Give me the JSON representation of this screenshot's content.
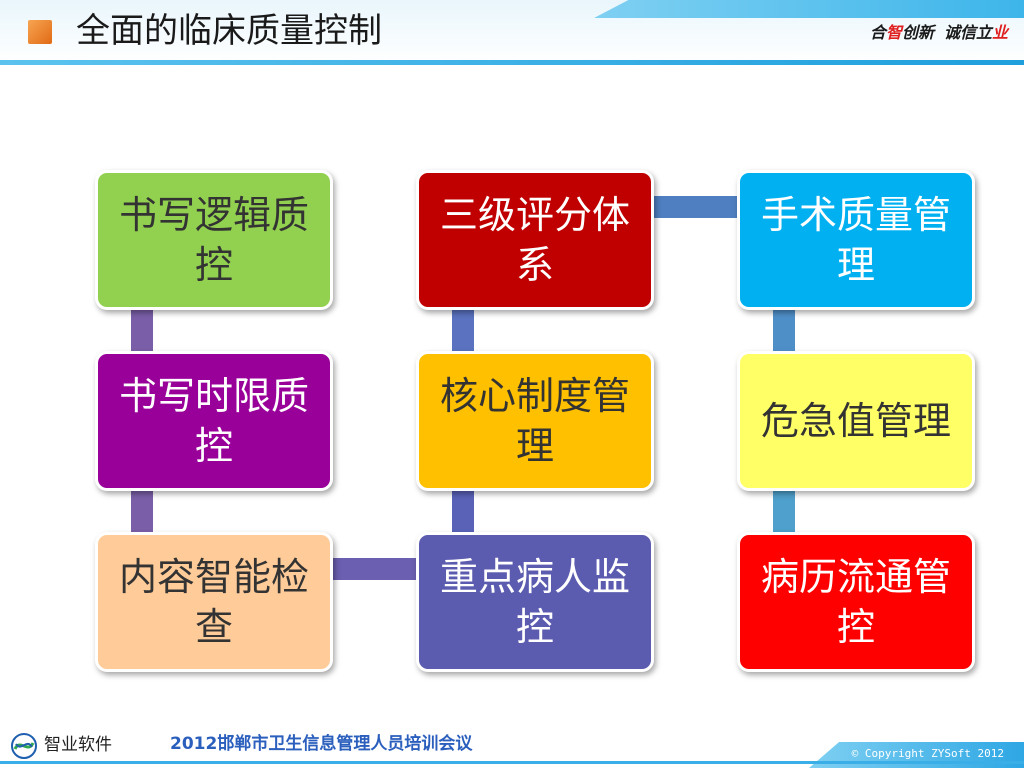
{
  "header": {
    "title": "全面的临床质量控制",
    "slogan": {
      "part1": "合",
      "part2": "智",
      "part3": "创新",
      "part4": "诚信立",
      "part5": "业"
    }
  },
  "diagram": {
    "nodes": [
      {
        "id": "n1",
        "label": "书写逻辑质控",
        "color": "#92d050",
        "text_color": "#333333"
      },
      {
        "id": "n2",
        "label": "三级评分体系",
        "color": "#c00000",
        "text_color": "#ffffff"
      },
      {
        "id": "n3",
        "label": "手术质量管理",
        "color": "#00b0f0",
        "text_color": "#ffffff"
      },
      {
        "id": "n4",
        "label": "书写时限质控",
        "color": "#990099",
        "text_color": "#ffffff"
      },
      {
        "id": "n5",
        "label": "核心制度管理",
        "color": "#ffc000",
        "text_color": "#333333"
      },
      {
        "id": "n6",
        "label": "危急值管理",
        "color": "#ffff66",
        "text_color": "#333333"
      },
      {
        "id": "n7",
        "label": "内容智能检查",
        "color": "#ffcc99",
        "text_color": "#333333"
      },
      {
        "id": "n8",
        "label": "重点病人监控",
        "color": "#5b5bb0",
        "text_color": "#ffffff"
      },
      {
        "id": "n9",
        "label": "病历流通管控",
        "color": "#ff0000",
        "text_color": "#ffffff"
      }
    ],
    "edges": [
      {
        "from": "n1",
        "to": "n4",
        "color": "#7a5fa8"
      },
      {
        "from": "n4",
        "to": "n7",
        "color": "#7a5fa8"
      },
      {
        "from": "n7",
        "to": "n8",
        "color": "#6a5fb0"
      },
      {
        "from": "n8",
        "to": "n5",
        "color": "#5a62b8"
      },
      {
        "from": "n5",
        "to": "n2",
        "color": "#5a72c0"
      },
      {
        "from": "n2",
        "to": "n3",
        "color": "#4f7fc0"
      },
      {
        "from": "n3",
        "to": "n6",
        "color": "#4f8fc8"
      },
      {
        "from": "n6",
        "to": "n9",
        "color": "#4fa0cc"
      }
    ]
  },
  "footer": {
    "company": "智业软件",
    "event": "2012邯郸市卫生信息管理人员培训会议",
    "copyright": "© Copyright ZYSoft 2012"
  },
  "colors": {
    "accent": "#3aaee6",
    "title_square": "#e16a15",
    "event_text": "#2b5fbd"
  },
  "icons": {
    "title_bullet": "orange-square-icon",
    "company_logo": "zysoft-logo-icon"
  }
}
